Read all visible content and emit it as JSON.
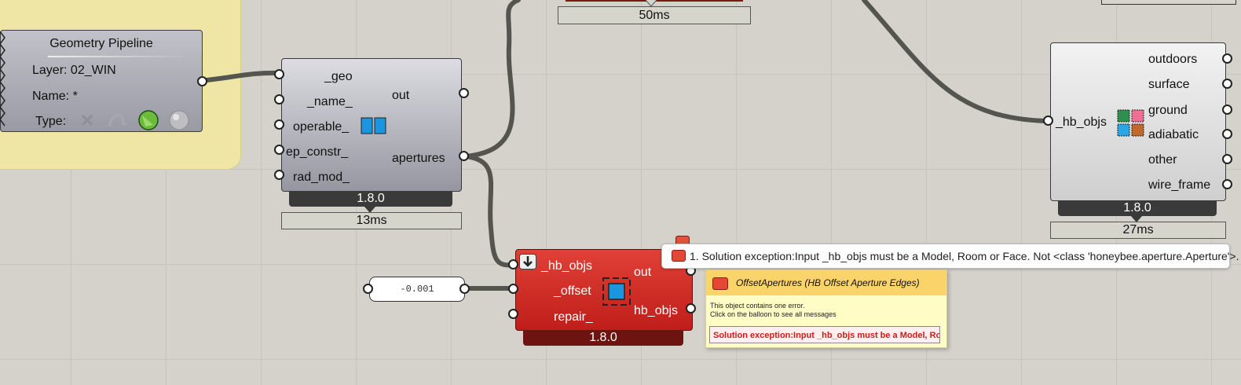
{
  "canvas": {
    "accent_error": "#d3261f",
    "wire_color": "#555550"
  },
  "geometry_pipeline": {
    "title": "Geometry Pipeline",
    "layer": "Layer: 02_WIN",
    "name": "Name: *",
    "type_label": "Type:",
    "type_icons": [
      "point-icon",
      "curve-icon",
      "surface-icon",
      "mesh-icon"
    ]
  },
  "aperture_component": {
    "inputs": [
      "_geo",
      "_name_",
      "operable_",
      "ep_constr_",
      "rad_mod_"
    ],
    "outputs": [
      "out",
      "apertures"
    ],
    "version": "1.8.0",
    "timer": "13ms",
    "icon": "window-icon"
  },
  "top_timer": {
    "timer": "50ms"
  },
  "boundary_component": {
    "input": "_hb_objs",
    "outputs": [
      "outdoors",
      "surface",
      "ground",
      "adiabatic",
      "other",
      "wire_frame"
    ],
    "version": "1.8.0",
    "timer": "27ms",
    "icon": "boundary-condition-icon"
  },
  "offset_component": {
    "inputs": [
      "_hb_objs",
      "_offset",
      "repair_"
    ],
    "outputs": [
      "out",
      "hb_objs"
    ],
    "version": "1.8.0",
    "icon": "offset-aperture-icon",
    "flatten_icon": "flatten-arrow-icon"
  },
  "number_panel": {
    "value": "-0.001"
  },
  "error_balloon": {
    "message": "1. Solution exception:Input _hb_objs must be a Model, Room or Face. Not <class 'honeybee.aperture.Aperture'>."
  },
  "tooltip": {
    "title": "OffsetApertures (HB Offset Aperture Edges)",
    "line1": "This object contains one error.",
    "line2": "Click on the balloon to see all messages",
    "error": "Solution exception:Input _hb_objs must be a Model, Ro..."
  }
}
